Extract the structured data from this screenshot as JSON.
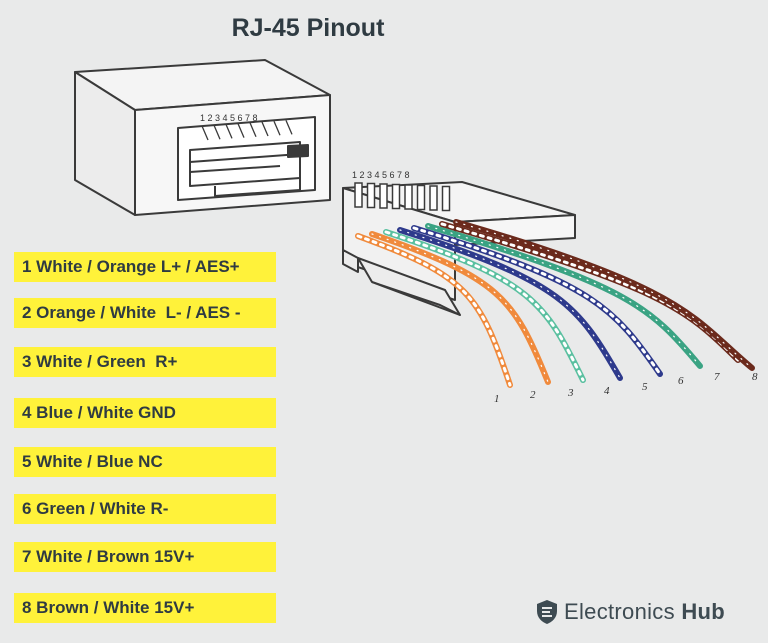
{
  "title": "RJ-45 Pinout",
  "pins": [
    {
      "label": "1 White / Orange L+ / AES+",
      "number": "1",
      "color": "#f08a3c",
      "striped": true
    },
    {
      "label": "2 Orange / White  L- / AES -",
      "number": "2",
      "color": "#f08a3c",
      "striped": false
    },
    {
      "label": "3 White / Green  R+",
      "number": "3",
      "color": "#5ac0a0",
      "striped": true
    },
    {
      "label": "4 Blue / White GND",
      "number": "4",
      "color": "#2e3a8c",
      "striped": false
    },
    {
      "label": "5 White / Blue NC",
      "number": "5",
      "color": "#2e3a8c",
      "striped": true
    },
    {
      "label": "6 Green / White R-",
      "number": "6",
      "color": "#3aa383",
      "striped": false
    },
    {
      "label": "7 White / Brown 15V+",
      "number": "7",
      "color": "#6b2a1c",
      "striped": true
    },
    {
      "label": "8 Brown / White 15V+",
      "number": "8",
      "color": "#6b2a1c",
      "striped": false
    }
  ],
  "jack_pin_numbers": "1 2 3 4 5 6 7 8",
  "plug_pin_numbers": "1 2 3 4 5 6 7 8",
  "logo": {
    "brand": "Electronics",
    "suffix": "Hub",
    "icon": "shield-icon"
  }
}
